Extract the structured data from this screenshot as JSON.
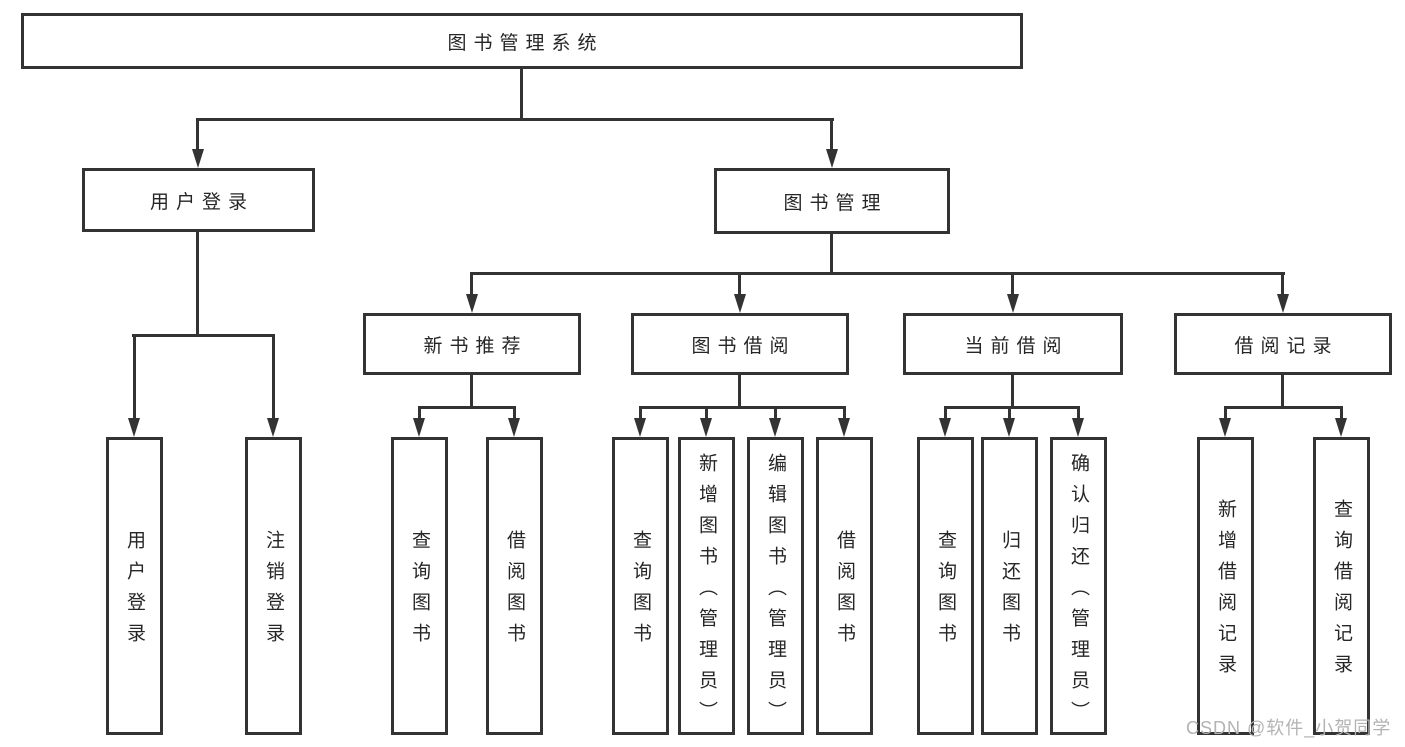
{
  "diagram": {
    "root": "图书管理系统",
    "level2": {
      "user_login": "用户登录",
      "book_mgmt": "图书管理"
    },
    "level3": {
      "new_books": "新书推荐",
      "book_borrow": "图书借阅",
      "current_borrow": "当前借阅",
      "borrow_records": "借阅记录"
    },
    "leaves": {
      "login": "用户登录",
      "logout": "注销登录",
      "nb_query": "查询图书",
      "nb_borrow": "借阅图书",
      "bb_query": "查询图书",
      "bb_add": "新增图书（管理员）",
      "bb_edit": "编辑图书（管理员）",
      "bb_borrow": "借阅图书",
      "cb_query": "查询图书",
      "cb_return": "归还图书",
      "cb_confirm": "确认归还（管理员）",
      "br_add": "新增借阅记录",
      "br_query": "查询借阅记录"
    }
  },
  "watermark": "CSDN @软件_小贺同学",
  "colors": {
    "line": "#333333",
    "text": "#262626",
    "background": "#ffffff",
    "watermark": "#b3b3b3"
  }
}
